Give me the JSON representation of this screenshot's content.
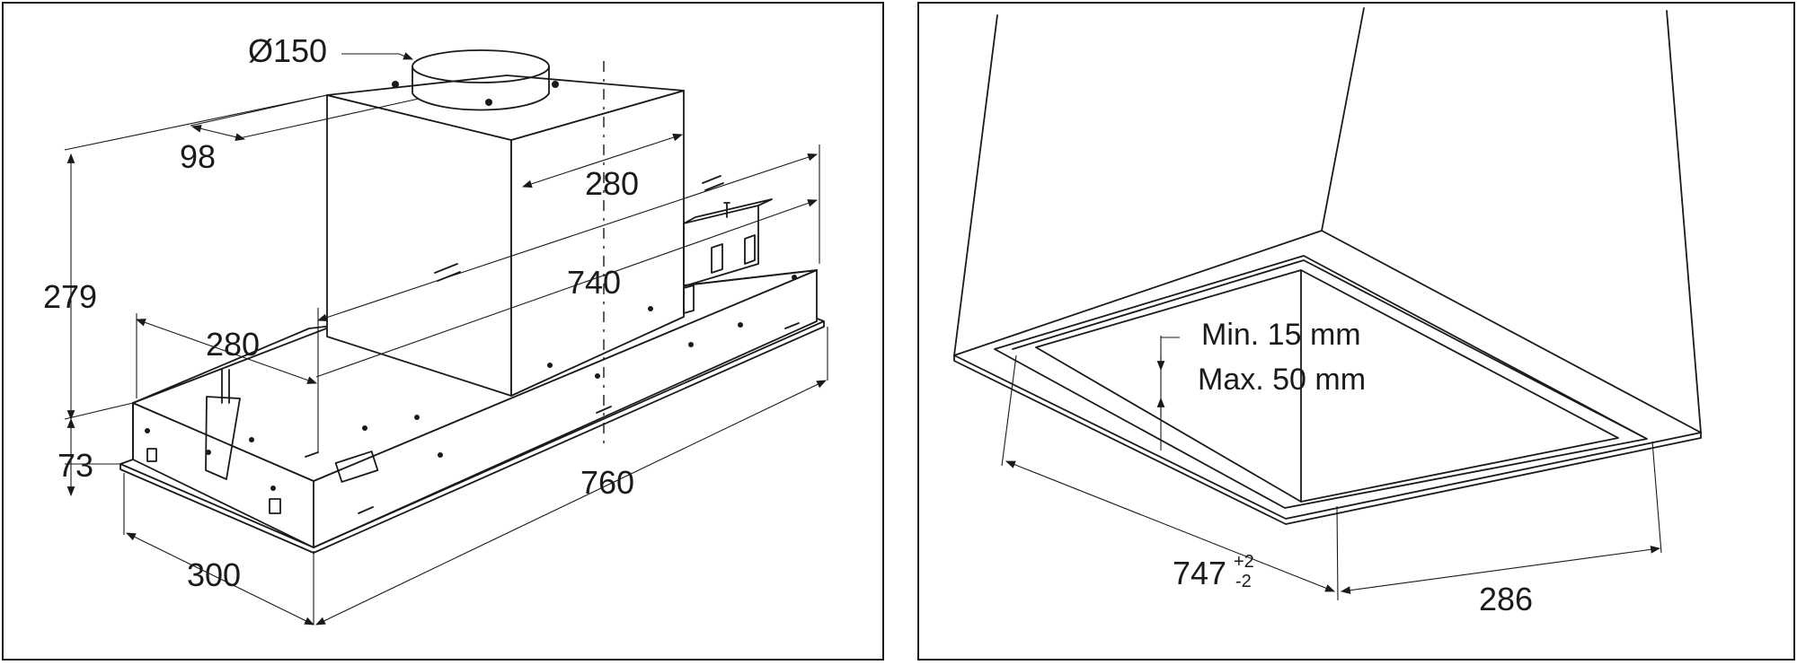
{
  "left_panel": {
    "dimensions": {
      "duct_diameter": "Ø150",
      "duct_offset": "98",
      "chimney_depth": "280",
      "chimney_width": "740",
      "box_depth_inner": "280",
      "total_height": "279",
      "body_height": "73",
      "frame_depth": "300",
      "frame_width": "760"
    }
  },
  "right_panel": {
    "thickness_min": "Min. 15 mm",
    "thickness_max": "Max. 50 mm",
    "cutout_width": "747",
    "cutout_tol_plus": "+2",
    "cutout_tol_minus": "-2",
    "cutout_depth": "286"
  }
}
